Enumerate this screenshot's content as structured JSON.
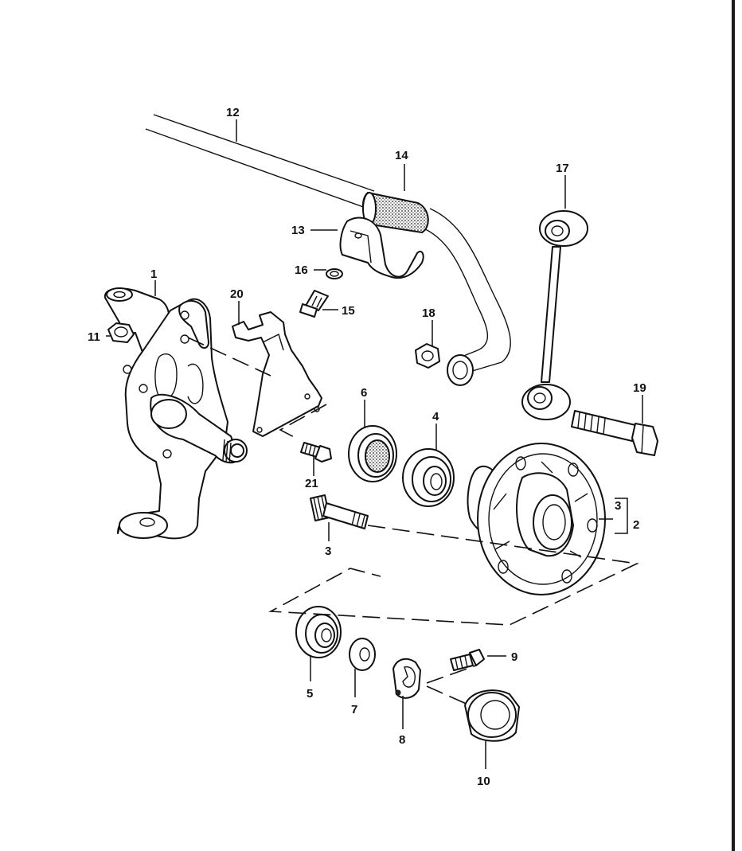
{
  "diagram": {
    "callouts": {
      "c1": "1",
      "c2": "2",
      "c3_hub": "3",
      "c3_bolt": "3",
      "c4": "4",
      "c5": "5",
      "c6": "6",
      "c7": "7",
      "c8": "8",
      "c9": "9",
      "c10": "10",
      "c11": "11",
      "c12": "12",
      "c13": "13",
      "c14": "14",
      "c15": "15",
      "c16": "16",
      "c17": "17",
      "c18": "18",
      "c19": "19",
      "c20": "20",
      "c21": "21"
    }
  }
}
